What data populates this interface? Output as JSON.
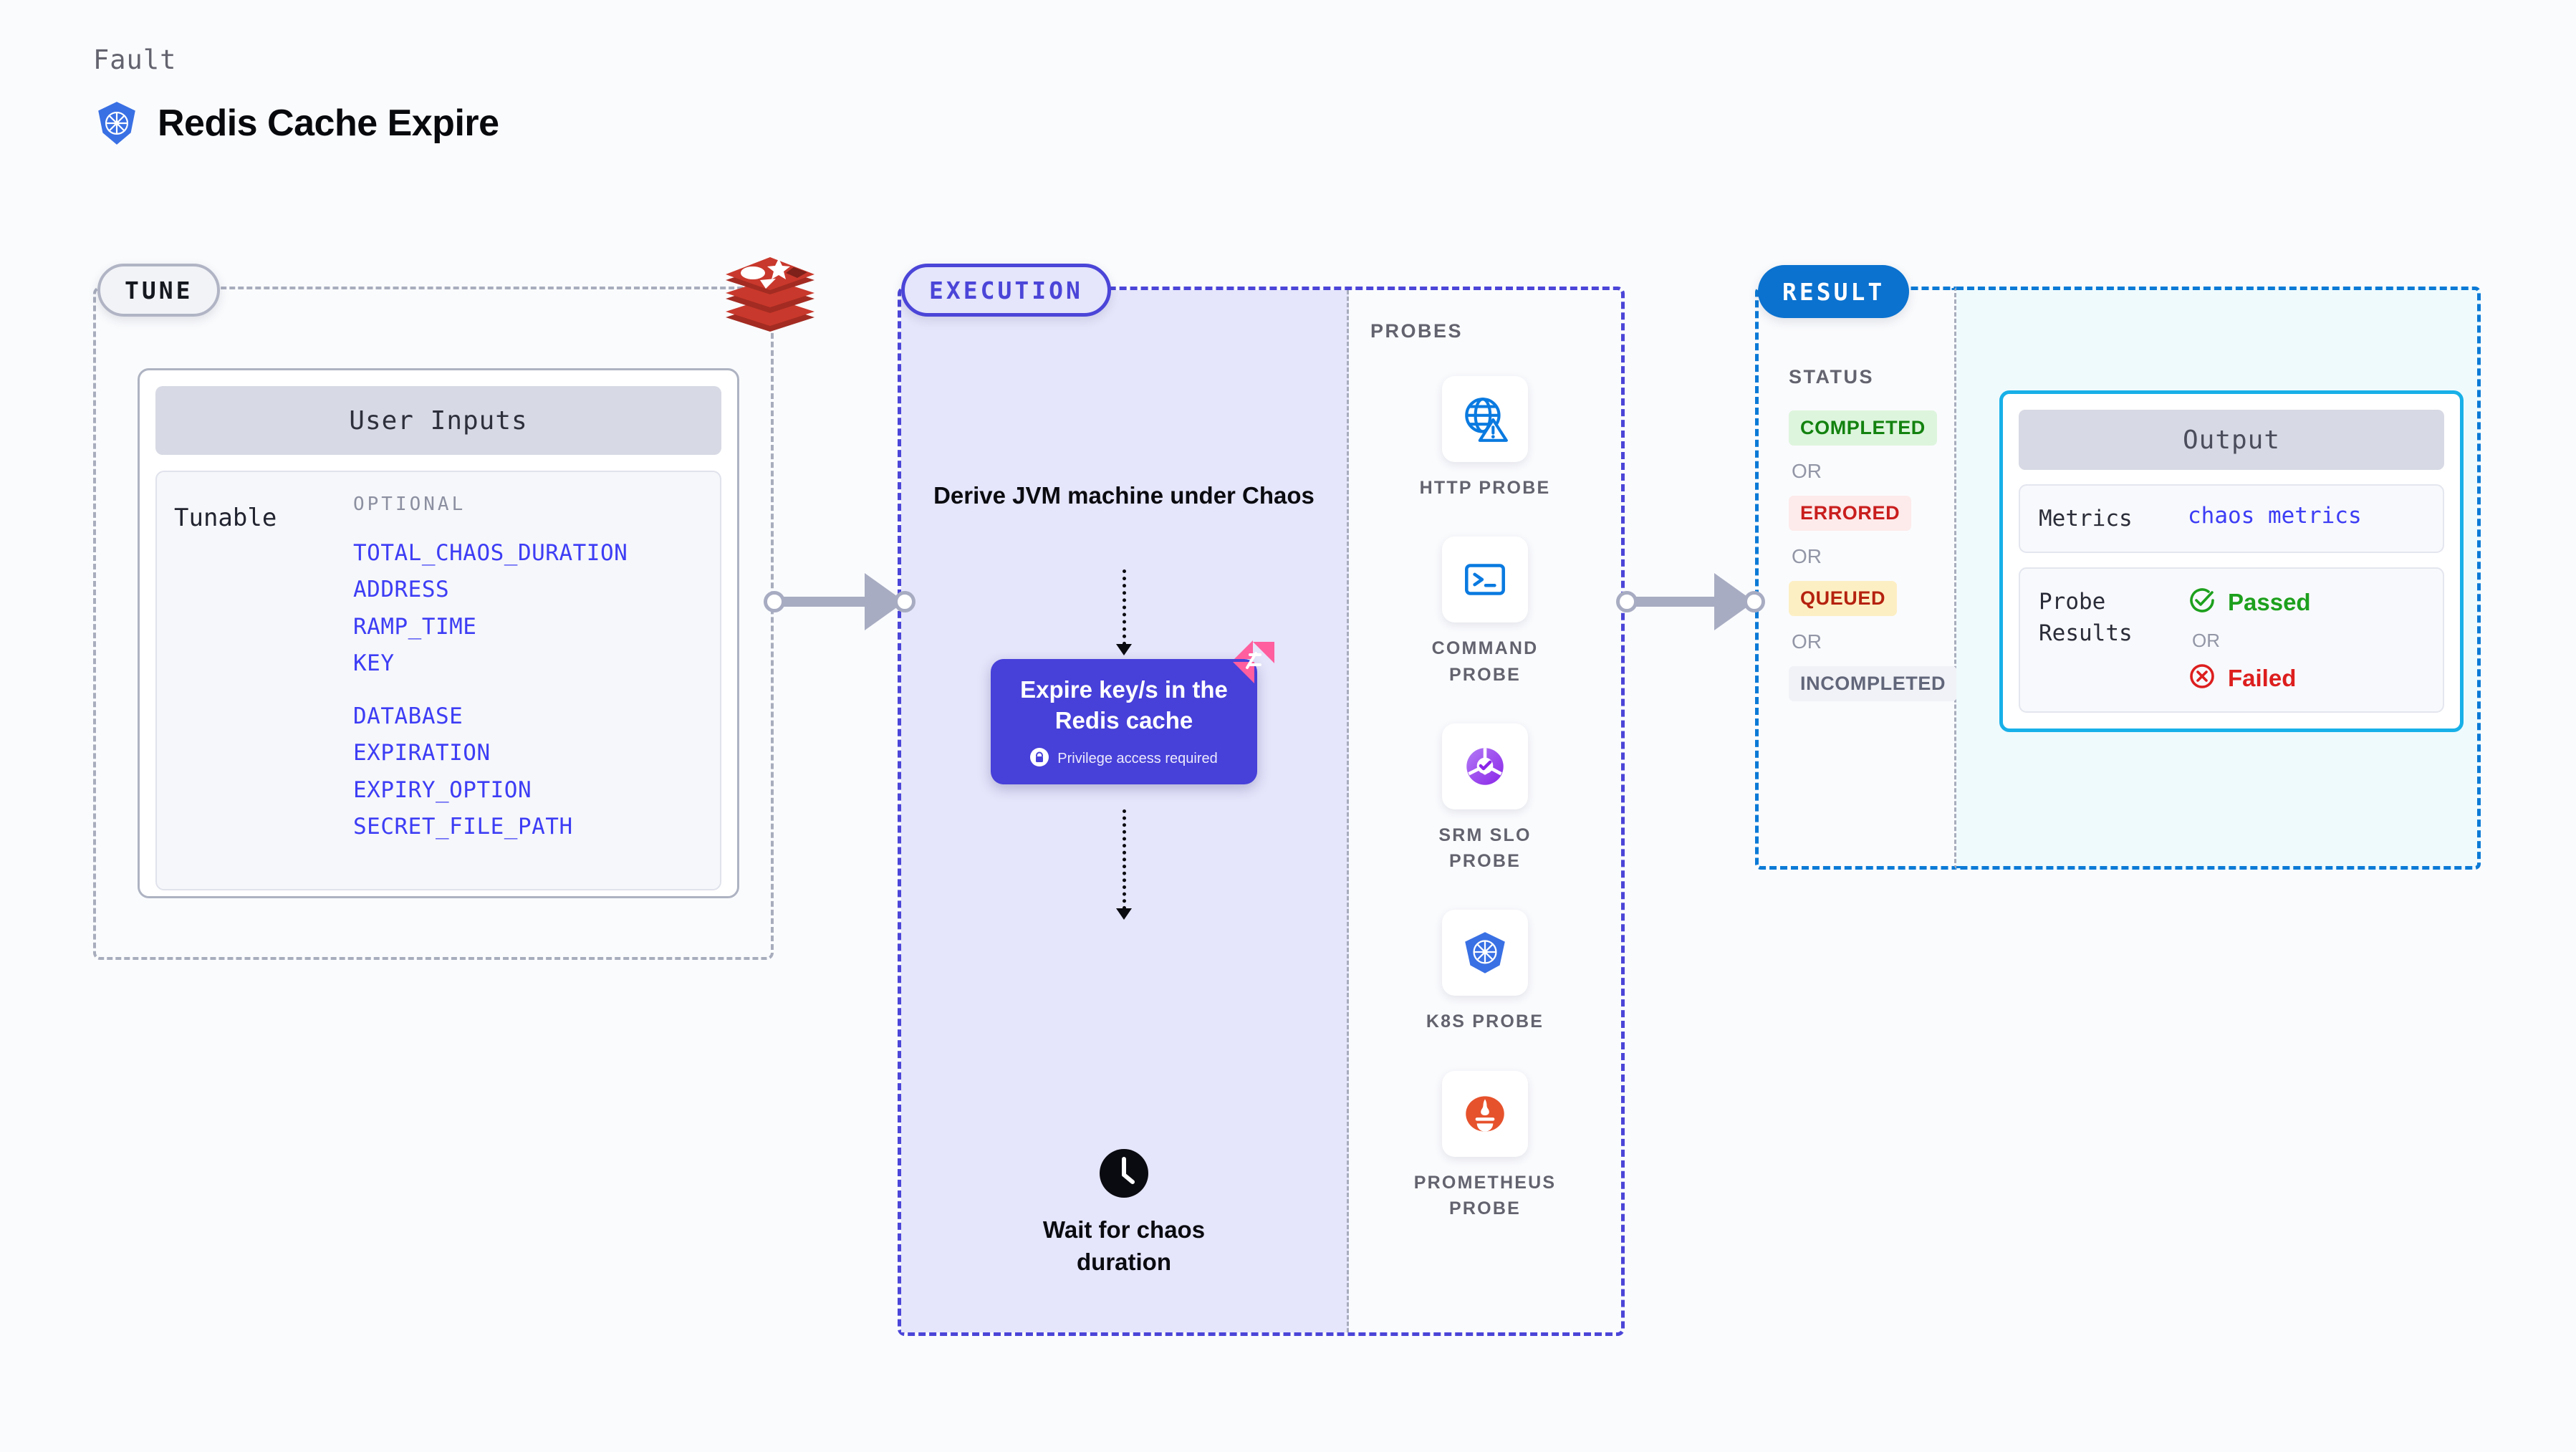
{
  "header": {
    "kicker": "Fault",
    "title": "Redis Cache Expire",
    "icon": "kubernetes-icon"
  },
  "tune": {
    "pill_label": "TUNE",
    "card_title": "User Inputs",
    "tunable_label": "Tunable",
    "optional_label": "OPTIONAL",
    "params_group_1": [
      "TOTAL_CHAOS_DURATION",
      "ADDRESS",
      "RAMP_TIME",
      "KEY"
    ],
    "params_group_2": [
      "DATABASE",
      "EXPIRATION",
      "EXPIRY_OPTION",
      "SECRET_FILE_PATH"
    ],
    "target_icon": "redis-icon"
  },
  "execution": {
    "pill_label": "EXECUTION",
    "step_derive": "Derive JVM machine under Chaos",
    "action_card": {
      "title": "Expire key/s in the Redis cache",
      "privilege_note": "Privilege access required",
      "lock_icon": "lock-icon",
      "corner_icon": "harness-icon"
    },
    "step_wait": "Wait for chaos duration",
    "wait_icon": "clock-icon"
  },
  "probes": {
    "label": "PROBES",
    "items": [
      {
        "name": "HTTP PROBE",
        "icon": "globe-warning-icon"
      },
      {
        "name": "COMMAND PROBE",
        "icon": "terminal-icon"
      },
      {
        "name": "SRM SLO PROBE",
        "icon": "srm-slo-icon"
      },
      {
        "name": "K8S PROBE",
        "icon": "kubernetes-icon"
      },
      {
        "name": "PROMETHEUS PROBE",
        "icon": "prometheus-icon"
      }
    ]
  },
  "result": {
    "pill_label": "RESULT",
    "status_label": "STATUS",
    "or_label": "OR",
    "statuses": [
      {
        "label": "COMPLETED",
        "bg": "#ddf5dd",
        "fg": "#13820f"
      },
      {
        "label": "ERRORED",
        "bg": "#fdeaea",
        "fg": "#c91d1d"
      },
      {
        "label": "QUEUED",
        "bg": "#fdefc4",
        "fg": "#b5220f"
      },
      {
        "label": "INCOMPLETED",
        "bg": "#f1f2f7",
        "fg": "#62667a"
      }
    ],
    "output": {
      "title": "Output",
      "metrics_key": "Metrics",
      "metrics_value": "chaos metrics",
      "probe_results_key": "Probe Results",
      "passed_label": "Passed",
      "failed_label": "Failed",
      "or_label": "OR",
      "passed_icon": "check-circle-icon",
      "failed_icon": "x-circle-icon"
    }
  },
  "colors": {
    "accent_indigo": "#4b45d8",
    "accent_blue": "#0b72cf",
    "accent_cyan": "#18b0e8",
    "param_blue": "#3d3df5",
    "gray_dash": "#a8adbd"
  }
}
